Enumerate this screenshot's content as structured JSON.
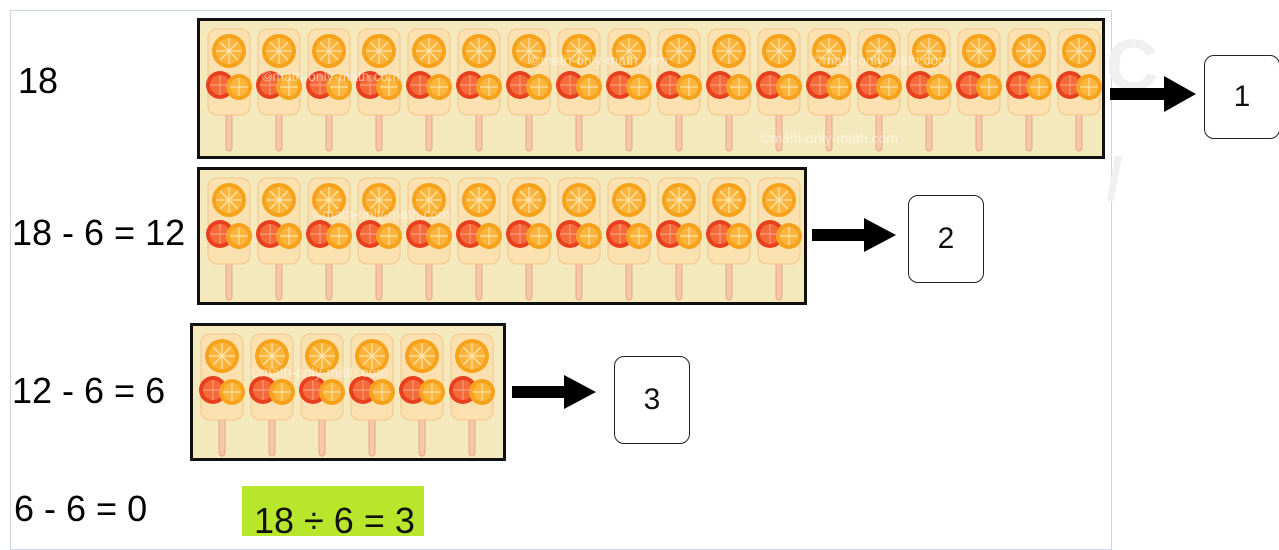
{
  "rows": [
    {
      "equation": "18",
      "count": 18,
      "step_label": "1"
    },
    {
      "equation": "18 - 6 = 12",
      "count": 12,
      "step_label": "2"
    },
    {
      "equation": "12 - 6 = 6",
      "count": 6,
      "step_label": "3"
    },
    {
      "equation": "6 - 6 = 0",
      "count": 0
    }
  ],
  "result": "18 ÷ 6 = 3",
  "watermark": "©math-only-math.com",
  "colors": {
    "box_fill": "#f4e9bd",
    "result_fill": "#b8e62a",
    "orange": "#f7a21b",
    "red": "#e8401e"
  },
  "icons": [
    "popsicle-icon",
    "arrow-right-icon"
  ]
}
